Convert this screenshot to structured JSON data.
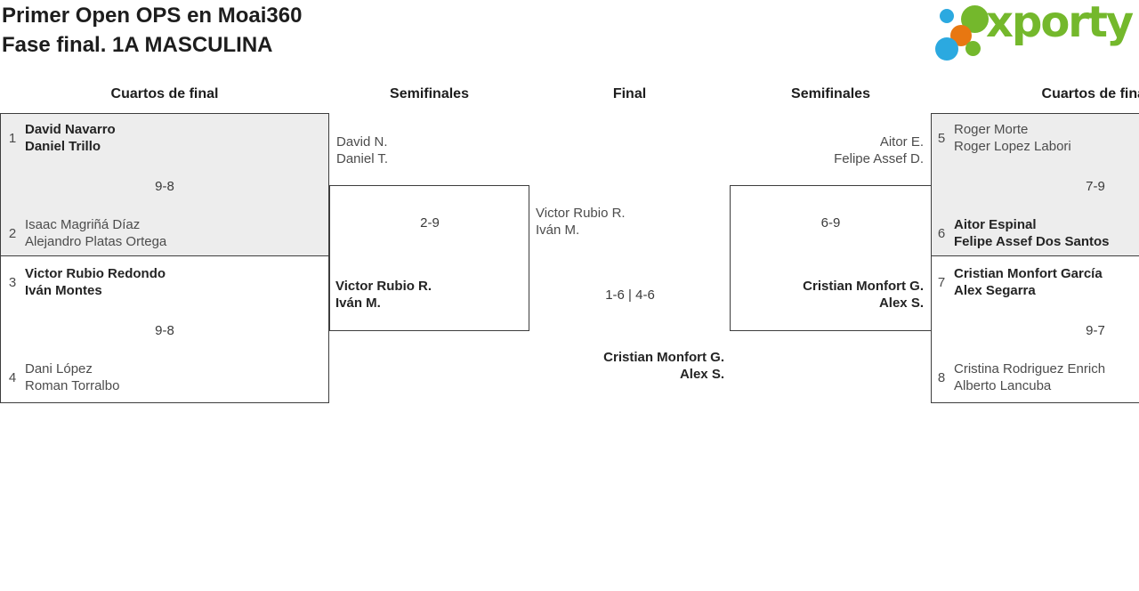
{
  "header": {
    "title_line1": "Primer Open OPS en Moai360",
    "title_line2": "Fase final. 1A MASCULINA",
    "logo_text": "xporty"
  },
  "colors": {
    "logo_green": "#74b82c",
    "logo_blue": "#2ba9e0",
    "logo_orange": "#e87711",
    "shaded_match_fill": "#ededed",
    "box_border": "#3d3d3d"
  },
  "round_headers": {
    "qf_left": "Cuartos de final",
    "sf_left": "Semifinales",
    "final": "Final",
    "sf_right": "Semifinales",
    "qf_right": "Cuartos de final"
  },
  "matches": {
    "qf_left_1": {
      "seed_top": "1",
      "top1": "David Navarro",
      "top2": "Daniel Trillo",
      "score": "9-8",
      "seed_bottom": "2",
      "bot1": "Isaac Magriñá Díaz",
      "bot2": "Alejandro Platas Ortega",
      "winner": "top"
    },
    "qf_left_2": {
      "seed_top": "3",
      "top1": "Victor Rubio Redondo",
      "top2": "Iván Montes",
      "score": "9-8",
      "seed_bottom": "4",
      "bot1": "Dani López",
      "bot2": "Roman Torralbo",
      "winner": "top"
    },
    "sf_left": {
      "top1": "David N.",
      "top2": "Daniel T.",
      "score": "2-9",
      "bot1": "Victor Rubio R.",
      "bot2": "Iván M.",
      "winner": "bottom"
    },
    "final": {
      "top1": "Victor Rubio R.",
      "top2": "Iván M.",
      "score": "1-6 | 4-6",
      "bot1": "Cristian Monfort G.",
      "bot2": "Alex S.",
      "winner": "bottom"
    },
    "sf_right": {
      "top1": "Aitor E.",
      "top2": "Felipe Assef D.",
      "score": "6-9",
      "bot1": "Cristian Monfort G.",
      "bot2": "Alex S.",
      "winner": "bottom"
    },
    "qf_right_1": {
      "seed_top": "5",
      "top1": "Roger Morte",
      "top2": "Roger Lopez Labori",
      "score": "7-9",
      "seed_bottom": "6",
      "bot1": "Aitor Espinal",
      "bot2": "Felipe Assef Dos Santos",
      "winner": "bottom"
    },
    "qf_right_2": {
      "seed_top": "7",
      "top1": "Cristian Monfort García",
      "top2": "Alex Segarra",
      "score": "9-7",
      "seed_bottom": "8",
      "bot1": "Cristina Rodriguez Enrich",
      "bot2": "Alberto Lancuba",
      "winner": "top"
    }
  }
}
